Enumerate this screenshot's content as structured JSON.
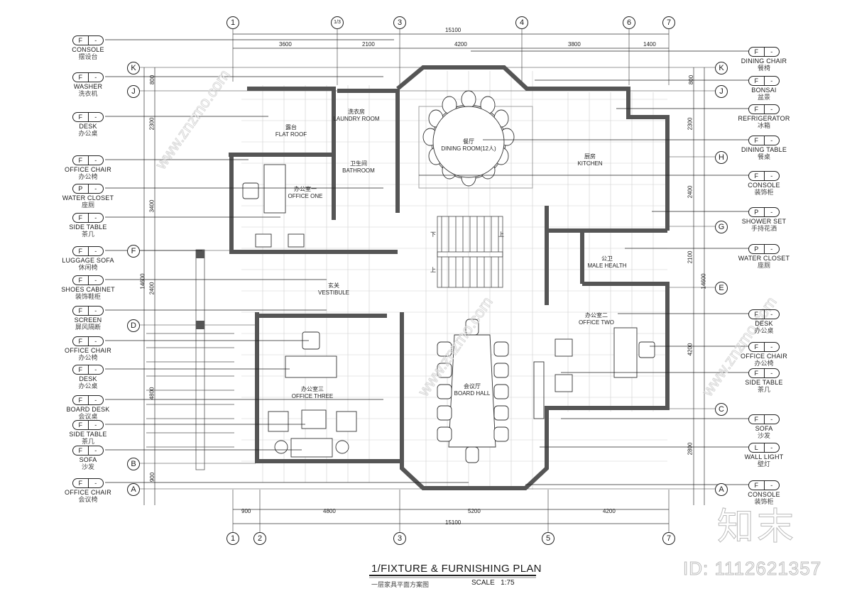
{
  "drawing": {
    "title": "1/FIXTURE & FURNISHING PLAN",
    "subtitle": "一层家具平面方案图",
    "scale_label": "SCALE",
    "scale_value": "1:75"
  },
  "grid": {
    "top_axes": [
      "1",
      "1/3",
      "3",
      "4",
      "6",
      "7"
    ],
    "bottom_axes": [
      "1",
      "2",
      "3",
      "5",
      "7"
    ],
    "left_axes": [
      "K",
      "J",
      "F",
      "D",
      "B",
      "A"
    ],
    "right_axes": [
      "K",
      "J",
      "H",
      "G",
      "E",
      "C",
      "A"
    ],
    "top_total": "15100",
    "top_dims": [
      "3600",
      "2100",
      "4200",
      "3800",
      "1400"
    ],
    "bottom_total": "15100",
    "bottom_dims": [
      "900",
      "4800",
      "5200",
      "4200"
    ],
    "left_total": "14600",
    "left_dims": [
      "800",
      "2300",
      "3400",
      "2400",
      "4800",
      "900"
    ],
    "right_total": "14600",
    "right_dims": [
      "800",
      "2300",
      "2400",
      "2100",
      "4200",
      "2800"
    ]
  },
  "rooms": [
    {
      "cn": "露台",
      "en": "FLAT ROOF"
    },
    {
      "cn": "洗衣房",
      "en": "LAUNDRY ROOM"
    },
    {
      "cn": "卫生间",
      "en": "BATHROOM"
    },
    {
      "cn": "办公室一",
      "en": "OFFICE ONE"
    },
    {
      "cn": "餐厅",
      "en": "DINING ROOM(12人)"
    },
    {
      "cn": "厨房",
      "en": "KITCHEN"
    },
    {
      "cn": "公卫",
      "en": "MALE HEALTH"
    },
    {
      "cn": "玄关",
      "en": "VESTIBULE"
    },
    {
      "cn": "办公室三",
      "en": "OFFICE THREE"
    },
    {
      "cn": "会议厅",
      "en": "BOARD HALL"
    },
    {
      "cn": "办公室二",
      "en": "OFFICE TWO"
    }
  ],
  "stairs": {
    "up": "上",
    "down": "下"
  },
  "left_tags": [
    {
      "code": "F",
      "num": "-",
      "en": "CONSOLE",
      "cn": "摆设台"
    },
    {
      "code": "F",
      "num": "-",
      "en": "WASHER",
      "cn": "洗衣机"
    },
    {
      "code": "F",
      "num": "-",
      "en": "DESK",
      "cn": "办公桌"
    },
    {
      "code": "F",
      "num": "-",
      "en": "OFFICE CHAIR",
      "cn": "办公椅"
    },
    {
      "code": "P",
      "num": "-",
      "en": "WATER CLOSET",
      "cn": "座厕"
    },
    {
      "code": "F",
      "num": "-",
      "en": "SIDE TABLE",
      "cn": "茶几"
    },
    {
      "code": "F",
      "num": "-",
      "en": "LUGGAGE SOFA",
      "cn": "休闲椅"
    },
    {
      "code": "F",
      "num": "-",
      "en": "SHOES CABINET",
      "cn": "装饰鞋柜"
    },
    {
      "code": "F",
      "num": "-",
      "en": "SCREEN",
      "cn": "屏风隔断"
    },
    {
      "code": "F",
      "num": "-",
      "en": "OFFICE CHAIR",
      "cn": "办公椅"
    },
    {
      "code": "F",
      "num": "-",
      "en": "DESK",
      "cn": "办公桌"
    },
    {
      "code": "F",
      "num": "-",
      "en": "BOARD DESK",
      "cn": "会议桌"
    },
    {
      "code": "F",
      "num": "-",
      "en": "SIDE TABLE",
      "cn": "茶几"
    },
    {
      "code": "F",
      "num": "-",
      "en": "SOFA",
      "cn": "沙发"
    },
    {
      "code": "F",
      "num": "-",
      "en": "OFFICE CHAIR",
      "cn": "会议椅"
    }
  ],
  "right_tags": [
    {
      "code": "F",
      "num": "-",
      "en": "DINING CHAIR",
      "cn": "餐椅"
    },
    {
      "code": "F",
      "num": "-",
      "en": "BONSAI",
      "cn": "盆景"
    },
    {
      "code": "F",
      "num": "-",
      "en": "REFRIGERATOR",
      "cn": "冰箱"
    },
    {
      "code": "F",
      "num": "-",
      "en": "DINING TABLE",
      "cn": "餐桌"
    },
    {
      "code": "F",
      "num": "-",
      "en": "CONSOLE",
      "cn": "装饰柜"
    },
    {
      "code": "P",
      "num": "-",
      "en": "SHOWER SET",
      "cn": "手持花洒"
    },
    {
      "code": "P",
      "num": "-",
      "en": "WATER CLOSET",
      "cn": "座厕"
    },
    {
      "code": "F",
      "num": "-",
      "en": "DESK",
      "cn": "办公桌"
    },
    {
      "code": "F",
      "num": "-",
      "en": "OFFICE CHAIR",
      "cn": "办公椅"
    },
    {
      "code": "F",
      "num": "-",
      "en": "SIDE TABLE",
      "cn": "茶几"
    },
    {
      "code": "F",
      "num": "-",
      "en": "SOFA",
      "cn": "沙发"
    },
    {
      "code": "L",
      "num": "-",
      "en": "WALL LIGHT",
      "cn": "壁灯"
    },
    {
      "code": "F",
      "num": "-",
      "en": "CONSOLE",
      "cn": "装饰柜"
    }
  ],
  "watermark": {
    "logo": "知末",
    "id": "ID: 1112621357"
  },
  "colors": {
    "wall": "#555555",
    "line": "#222222",
    "grid": "#bdbdbd",
    "watermark": "#bbbbbb"
  }
}
